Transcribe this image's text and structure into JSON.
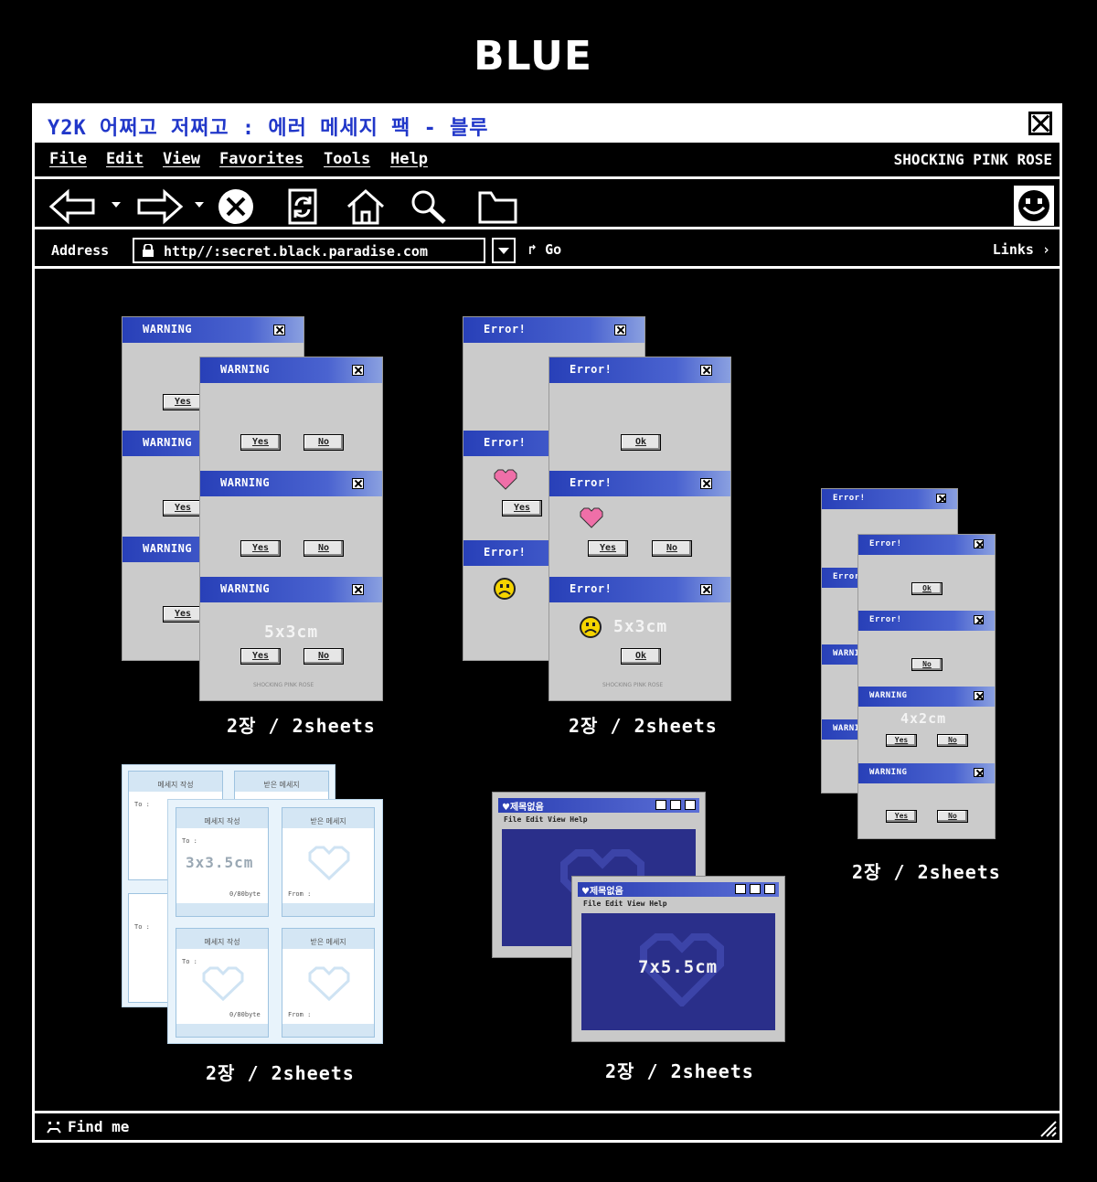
{
  "page": {
    "title": "BLUE"
  },
  "window": {
    "title": "Y2K 어쩌고 저쩌고 : 에러 메세지 팩 - 블루",
    "menu": [
      "File",
      "Edit",
      "View",
      "Favorites",
      "Tools",
      "Help"
    ],
    "brand": "SHOCKING PINK ROSE",
    "address_label": "Address",
    "address_value": "http//:secret.black.paradise.com",
    "go_label": "Go",
    "links_label": "Links",
    "status_text": "Find me"
  },
  "products": {
    "warning": {
      "dialog_title": "WARNING",
      "yes": "Yes",
      "no": "No",
      "size": "5x3cm",
      "footer": "SHOCKING PINK ROSE",
      "caption": "2장 / 2sheets"
    },
    "error": {
      "dialog_title": "Error!",
      "ok": "Ok",
      "yes": "Yes",
      "no": "No",
      "size": "5x3cm",
      "footer": "SHOCKING PINK ROSE",
      "caption": "2장 / 2sheets"
    },
    "small": {
      "error_title": "Error!",
      "warning_title": "WARNING",
      "ok": "Ok",
      "yes": "Yes",
      "no": "No",
      "size": "4x2cm",
      "caption": "2장 / 2sheets"
    },
    "memo": {
      "compose": "메세지 작성",
      "received": "받은 메세지",
      "to": "To :",
      "from": "From :",
      "bytes": "0/80byte",
      "size": "3x3.5cm",
      "caption": "2장 / 2sheets"
    },
    "notepad": {
      "title": "♥제목없음",
      "menu": "File  Edit  View  Help",
      "size": "7x5.5cm",
      "caption": "2장 / 2sheets"
    }
  },
  "colors": {
    "accent_blue": "#2137c9",
    "dialog_blue": "#2840b8",
    "pink_heart": "#ef6fa8",
    "sad_yellow": "#f5d400"
  }
}
